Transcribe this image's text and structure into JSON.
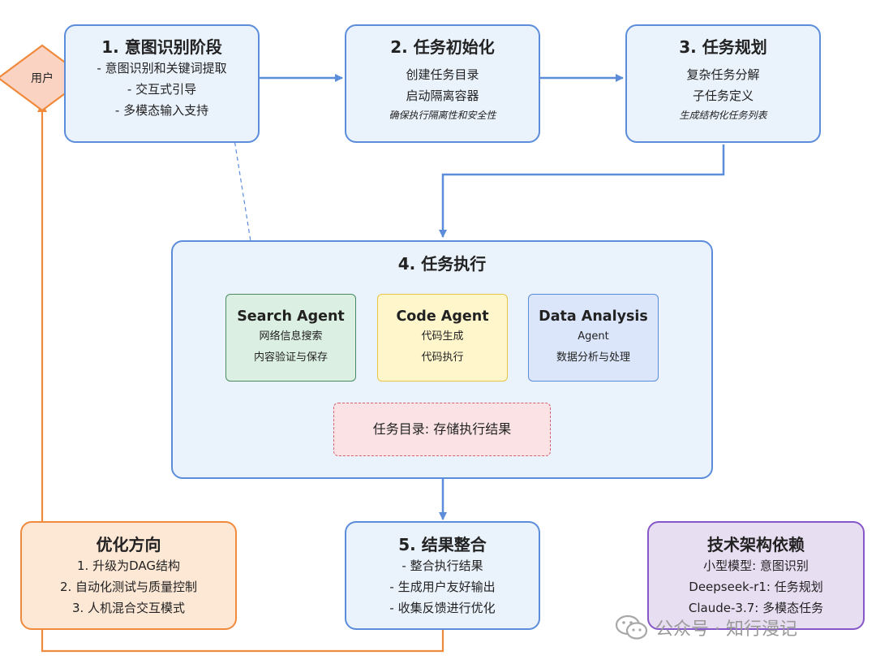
{
  "user": {
    "label": "用户"
  },
  "stage1": {
    "title": "1. 意图识别阶段",
    "lines": [
      "- 意图识别和关键词提取",
      "- 交互式引导",
      "- 多模态输入支持"
    ]
  },
  "stage2": {
    "title": "2. 任务初始化",
    "lines": [
      "创建任务目录",
      "启动隔离容器"
    ],
    "note": "确保执行隔离性和安全性"
  },
  "stage3": {
    "title": "3. 任务规划",
    "lines": [
      "复杂任务分解",
      "子任务定义"
    ],
    "note": "生成结构化任务列表"
  },
  "stage4": {
    "title": "4. 任务执行",
    "agents": [
      {
        "name": "Search Agent",
        "lines": [
          "网络信息搜索",
          "内容验证与保存"
        ]
      },
      {
        "name": "Code Agent",
        "lines": [
          "代码生成",
          "代码执行"
        ]
      },
      {
        "name": "Data Analysis",
        "lines": [
          "Agent",
          "数据分析与处理"
        ]
      }
    ],
    "directory": "任务目录: 存储执行结果"
  },
  "stage5": {
    "title": "5. 结果整合",
    "lines": [
      "- 整合执行结果",
      "- 生成用户友好输出",
      "- 收集反馈进行优化"
    ]
  },
  "optimize": {
    "title": "优化方向",
    "lines": [
      "1. 升级为DAG结构",
      "2. 自动化测试与质量控制",
      "3. 人机混合交互模式"
    ]
  },
  "tech": {
    "title": "技术架构依赖",
    "lines": [
      "小型模型: 意图识别",
      "Deepseek-r1: 任务规划",
      "Claude-3.7: 多模态任务"
    ]
  },
  "watermark": {
    "text": "公众号 · 知行漫记",
    "icon": "wechat-icon"
  },
  "colors": {
    "blue_border": "#5b8ddb",
    "blue_fill": "#eaf2fc",
    "orange_border": "#f08a3c",
    "orange_fill": "#fde7d5",
    "purple_border": "#8557c9",
    "purple_fill": "#e8def2",
    "search_fill": "#dcefe3",
    "code_fill": "#fff6cc",
    "data_fill": "#dbe6fb",
    "directory_fill": "#fbe3e5"
  }
}
